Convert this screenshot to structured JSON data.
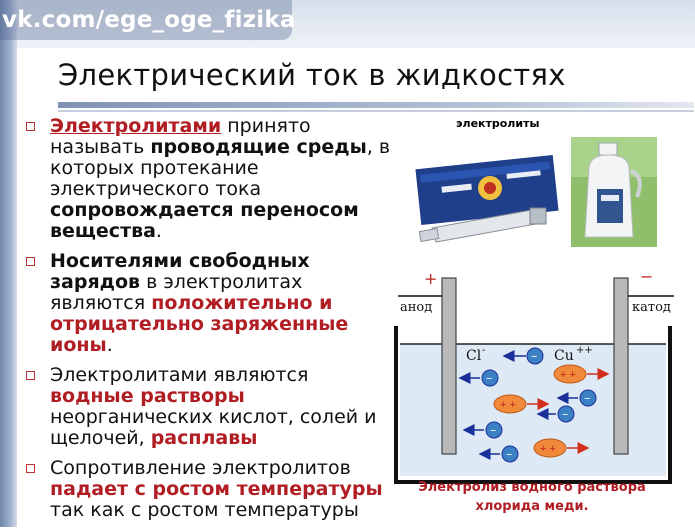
{
  "watermark": {
    "prefix": "vk.com/",
    "name": "ege_oge_fizika"
  },
  "slide": {
    "title": "Электрический ток в жидкостях",
    "bullets": [
      {
        "parts": [
          {
            "t": "Электролитами",
            "s": "hl-u"
          },
          {
            "t": " принято называть ",
            "s": ""
          },
          {
            "t": "проводящие среды",
            "s": "b"
          },
          {
            "t": ", в которых протекание электрического тока ",
            "s": ""
          },
          {
            "t": "сопровождается переносом вещества",
            "s": "b"
          },
          {
            "t": ".",
            "s": ""
          }
        ]
      },
      {
        "parts": [
          {
            "t": "Носителями свободных зарядов",
            "s": "b"
          },
          {
            "t": " в электролитах являются ",
            "s": ""
          },
          {
            "t": "положительно и отрицательно заряженные ионы",
            "s": "hl"
          },
          {
            "t": ".",
            "s": ""
          }
        ]
      },
      {
        "parts": [
          {
            "t": "Электролитами являются ",
            "s": ""
          },
          {
            "t": "водные растворы",
            "s": "hl"
          },
          {
            "t": " неорганических кислот, солей и щелочей, ",
            "s": ""
          },
          {
            "t": "расплавы",
            "s": "hl"
          }
        ]
      },
      {
        "parts": [
          {
            "t": "Сопротивление электролитов ",
            "s": ""
          },
          {
            "t": "падает с ростом температуры",
            "s": "hl"
          },
          {
            "t": ", так как с ростом температуры",
            "s": ""
          }
        ]
      }
    ]
  },
  "images": {
    "label": "электролиты"
  },
  "diagram": {
    "plus": "+",
    "minus": "−",
    "anode": "анод",
    "cathode": "катод",
    "anion": "Cl",
    "anion_sup": "-",
    "cation": "Cu",
    "cation_sup": "++",
    "minus_sign": "−",
    "plus_pair": "+ +",
    "caption_line1": "Электролиз водного раствора",
    "caption_line2": "хлорида меди."
  },
  "colors": {
    "accent": "#b01e24",
    "water": "#dde9f5",
    "ion_blue": "#3b7fc4",
    "ion_orange": "#f08a3a"
  }
}
